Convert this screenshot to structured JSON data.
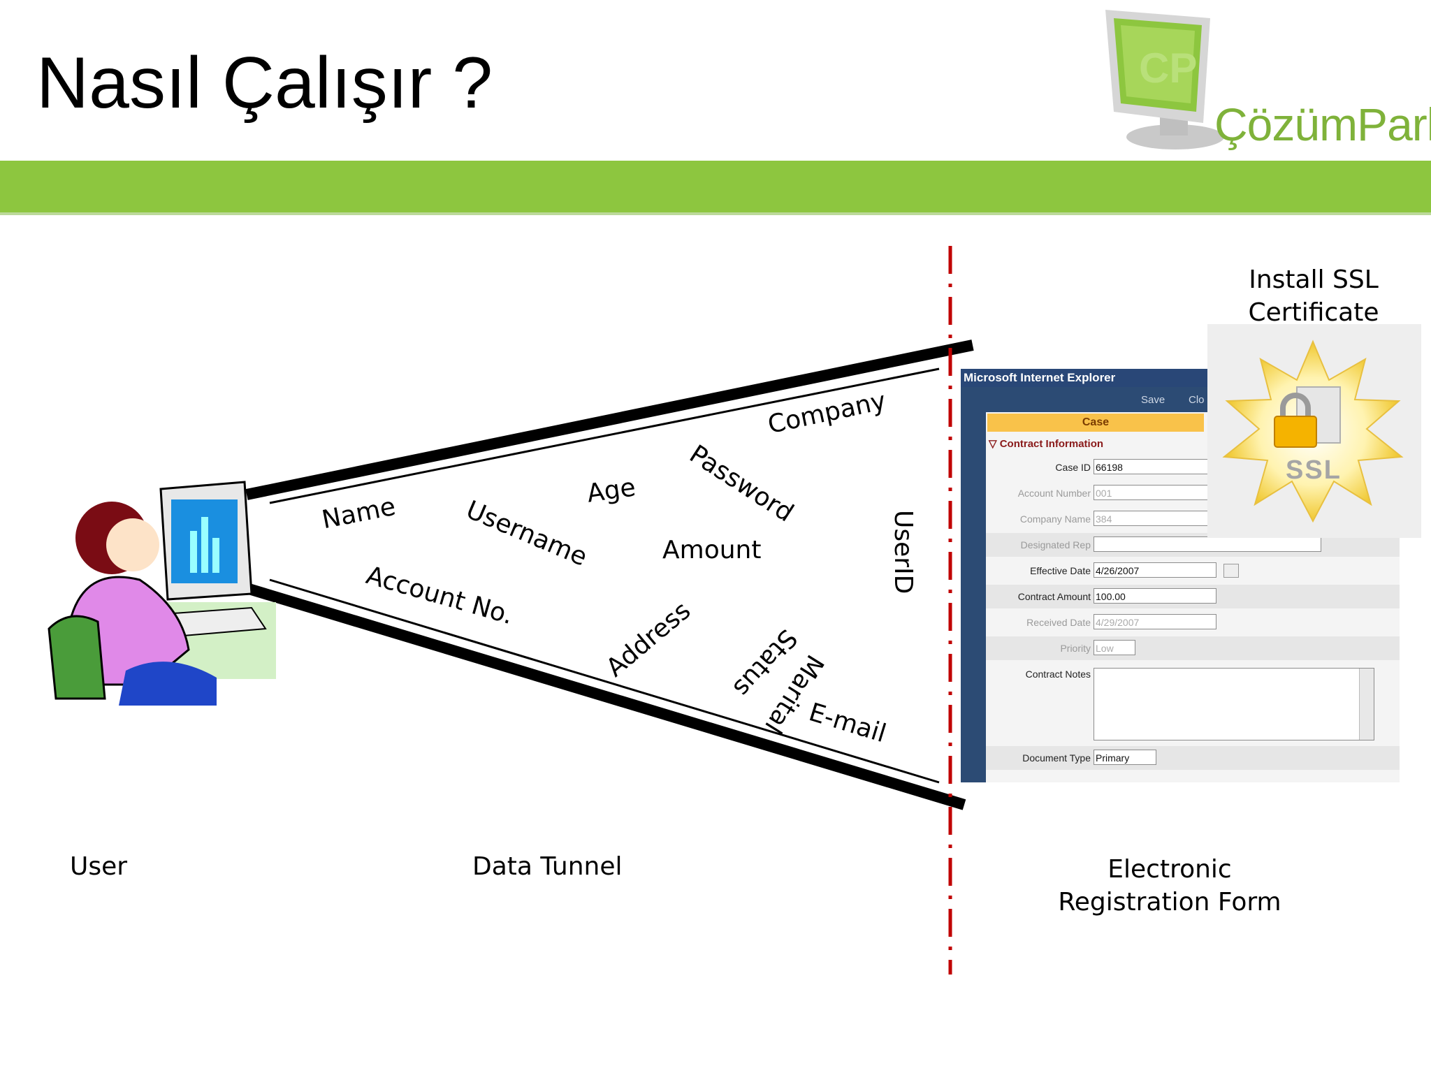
{
  "slide": {
    "title": "Nasıl Çalışır ?",
    "logo_text": "ÇözümPark",
    "colors": {
      "accent_green": "#8dc63f",
      "divider_red": "#c00000",
      "ie_blue": "#2c4b74",
      "case_yellow": "#f9c24a"
    }
  },
  "tunnel_words": {
    "name": "Name",
    "username": "Username",
    "age": "Age",
    "password": "Password",
    "company": "Company",
    "amount": "Amount",
    "userid": "UserID",
    "account_no": "Account No.",
    "address": "Address",
    "marital": "Marital",
    "status": "Status",
    "email": "E-mail"
  },
  "captions": {
    "user": "User",
    "data_tunnel": "Data Tunnel",
    "form": "Electronic Registration Form",
    "ssl": "Install SSL Certificate",
    "ssl_badge": "SSL"
  },
  "form": {
    "window_title": "Microsoft Internet Explorer",
    "toolbar_save": "Save",
    "toolbar_close": "Clo",
    "header": "Case",
    "section": "Contract Information",
    "fields": [
      {
        "label": "Case ID",
        "value": "66198"
      },
      {
        "label": "Account Number",
        "value": "001"
      },
      {
        "label": "Company Name",
        "value": "384"
      },
      {
        "label": "Designated Rep",
        "value": ""
      },
      {
        "label": "Effective Date",
        "value": "4/26/2007"
      },
      {
        "label": "Contract Amount",
        "value": "100.00"
      },
      {
        "label": "Received Date",
        "value": "4/29/2007"
      },
      {
        "label": "Priority",
        "value": "Low"
      },
      {
        "label": "Contract Notes",
        "value": ""
      },
      {
        "label": "Document Type",
        "value": "Primary"
      }
    ]
  }
}
